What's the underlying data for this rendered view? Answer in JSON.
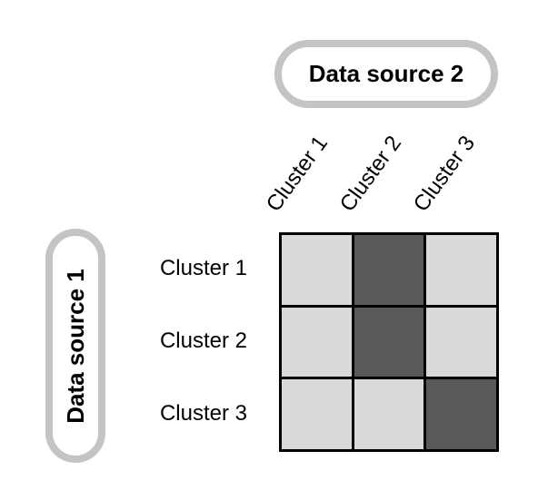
{
  "figure": {
    "data_source_1_label": "Data source 1",
    "data_source_2_label": "Data source 2"
  },
  "matrix": {
    "columns": [
      "Cluster 1",
      "Cluster 2",
      "Cluster 3"
    ],
    "rows": [
      "Cluster 1",
      "Cluster 2",
      "Cluster 3"
    ]
  },
  "chart_data": {
    "type": "heatmap",
    "x_axis_label": "Data source 2",
    "y_axis_label": "Data source 1",
    "x_categories": [
      "Cluster 1",
      "Cluster 2",
      "Cluster 3"
    ],
    "y_categories": [
      "Cluster 1",
      "Cluster 2",
      "Cluster 3"
    ],
    "values": [
      [
        0,
        1,
        0
      ],
      [
        0,
        1,
        0
      ],
      [
        0,
        0,
        1
      ]
    ],
    "palette": {
      "0": "#d9d9d9",
      "1": "#595959"
    },
    "grid_on": true,
    "legend": "none"
  },
  "colors": {
    "background": "#ffffff",
    "light_cell": "#d9d9d9",
    "dark_cell": "#595959",
    "grid_line": "#000000",
    "pill_border": "#c4c4c4",
    "text": "#000000"
  }
}
